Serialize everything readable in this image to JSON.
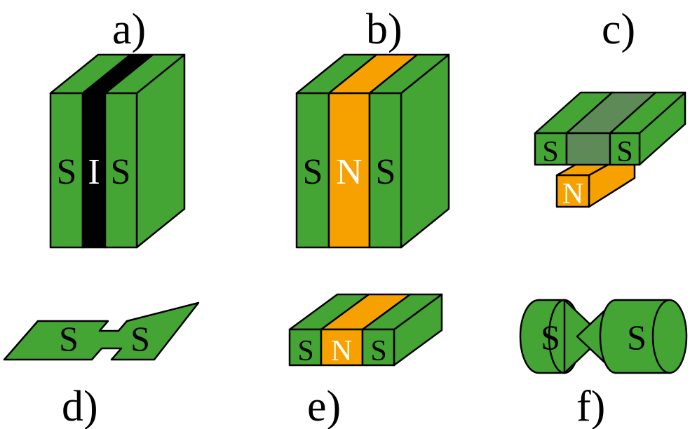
{
  "colors": {
    "superconductor": "#44a535",
    "normal_metal": "#f7a100",
    "insulator": "#000000",
    "overlap": "#5e8a58",
    "outline": "#000000"
  },
  "panels": {
    "a": {
      "label": "a)",
      "left": "S",
      "middle": "I",
      "right": "S"
    },
    "b": {
      "label": "b)",
      "left": "S",
      "middle": "N",
      "right": "S"
    },
    "c": {
      "label": "c)",
      "left": "S",
      "right": "S",
      "bottom": "N"
    },
    "d": {
      "label": "d)",
      "left": "S",
      "right": "S"
    },
    "e": {
      "label": "e)",
      "left": "S",
      "middle": "N",
      "right": "S"
    },
    "f": {
      "label": "f)",
      "left": "S",
      "right": "S"
    }
  }
}
